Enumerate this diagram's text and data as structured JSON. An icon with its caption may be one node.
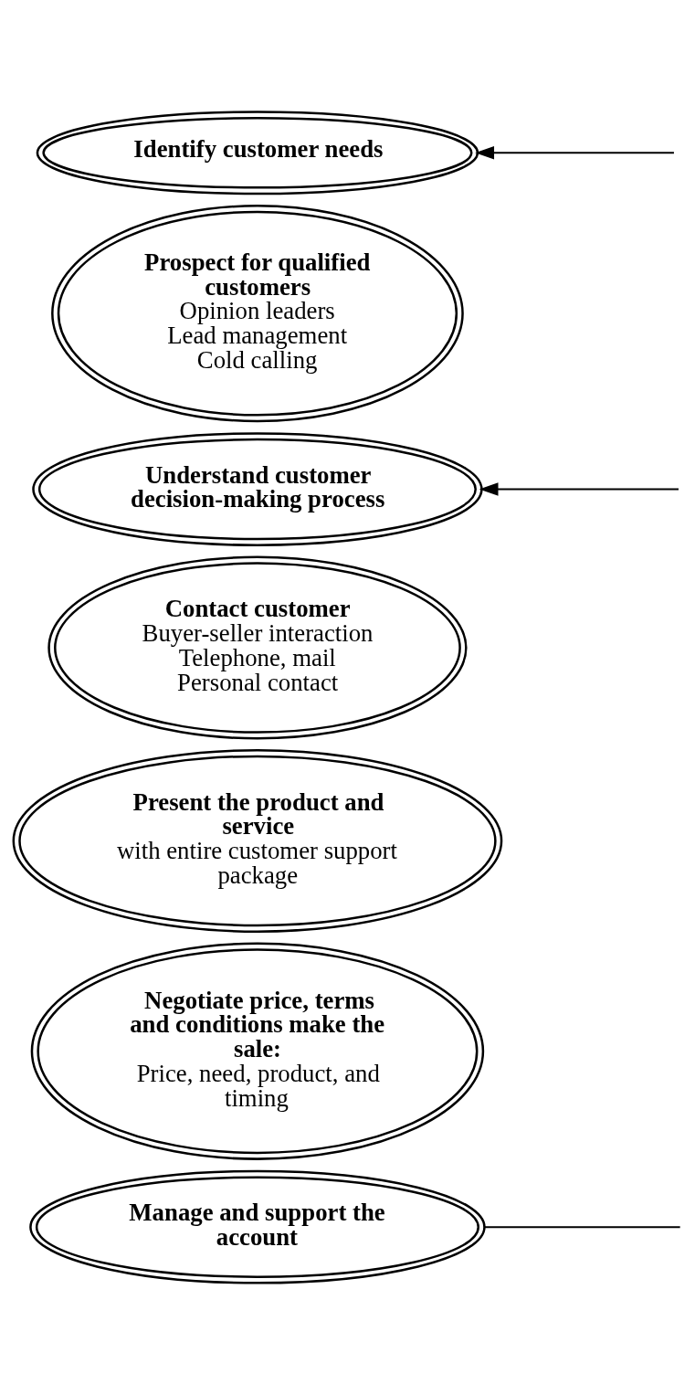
{
  "diagram": {
    "nodes": [
      {
        "text": [
          "Identify customer needs"
        ]
      },
      {
        "text": [
          "Prospect for qualified customers",
          "Opinion leaders",
          "Lead management",
          "Cold calling"
        ]
      },
      {
        "text": [
          "Understand customer decision-making process"
        ]
      },
      {
        "text": [
          "Contact customer",
          "Buyer-seller interaction",
          "Telephone, mail",
          "Personal contact"
        ]
      },
      {
        "text": [
          "Present the product and service",
          "with entire customer support package"
        ]
      },
      {
        "text": [
          "Negotiate price, terms and conditions make the sale:",
          "Price, need, product, and timing"
        ]
      },
      {
        "text": [
          "Manage and support the account"
        ]
      }
    ],
    "edges": [
      {
        "from": null,
        "to": 0,
        "arrow": "to"
      },
      {
        "from": null,
        "to": 2,
        "arrow": "to"
      },
      {
        "from": 6,
        "to": null,
        "arrow": "none"
      }
    ]
  }
}
